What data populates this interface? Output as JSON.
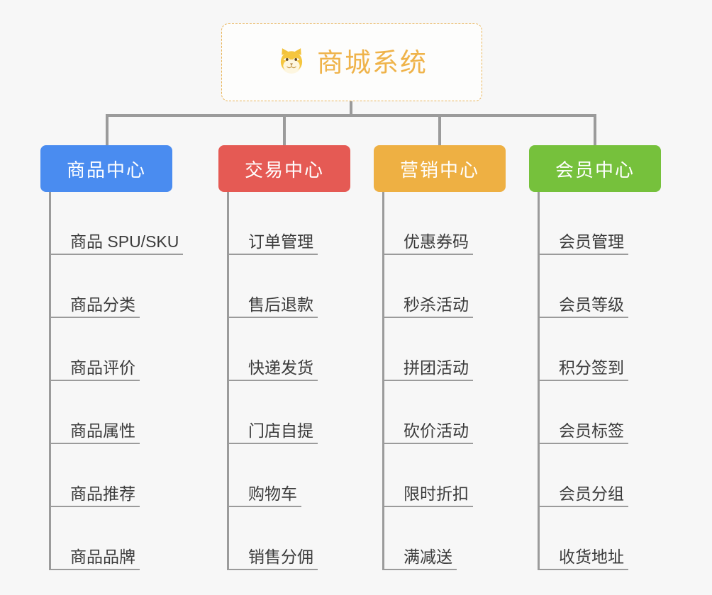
{
  "root": {
    "title": "商城系统",
    "icon": "dog-face-icon",
    "border_color": "#e9b55a",
    "text_color": "#efb34a",
    "background": "#fdfdfc"
  },
  "canvas": {
    "background": "#f7f7f7",
    "connector_color": "#9b9b9b"
  },
  "branches": [
    {
      "label": "商品中心",
      "color": "#4a8cf0",
      "items": [
        "商品 SPU/SKU",
        "商品分类",
        "商品评价",
        "商品属性",
        "商品推荐",
        "商品品牌"
      ]
    },
    {
      "label": "交易中心",
      "color": "#e55a54",
      "items": [
        "订单管理",
        "售后退款",
        "快递发货",
        "门店自提",
        "购物车",
        "销售分佣"
      ]
    },
    {
      "label": "营销中心",
      "color": "#eeb043",
      "items": [
        "优惠券码",
        "秒杀活动",
        "拼团活动",
        "砍价活动",
        "限时折扣",
        "满减送"
      ]
    },
    {
      "label": "会员中心",
      "color": "#76c13c",
      "items": [
        "会员管理",
        "会员等级",
        "积分签到",
        "会员标签",
        "会员分组",
        "收货地址"
      ]
    }
  ]
}
